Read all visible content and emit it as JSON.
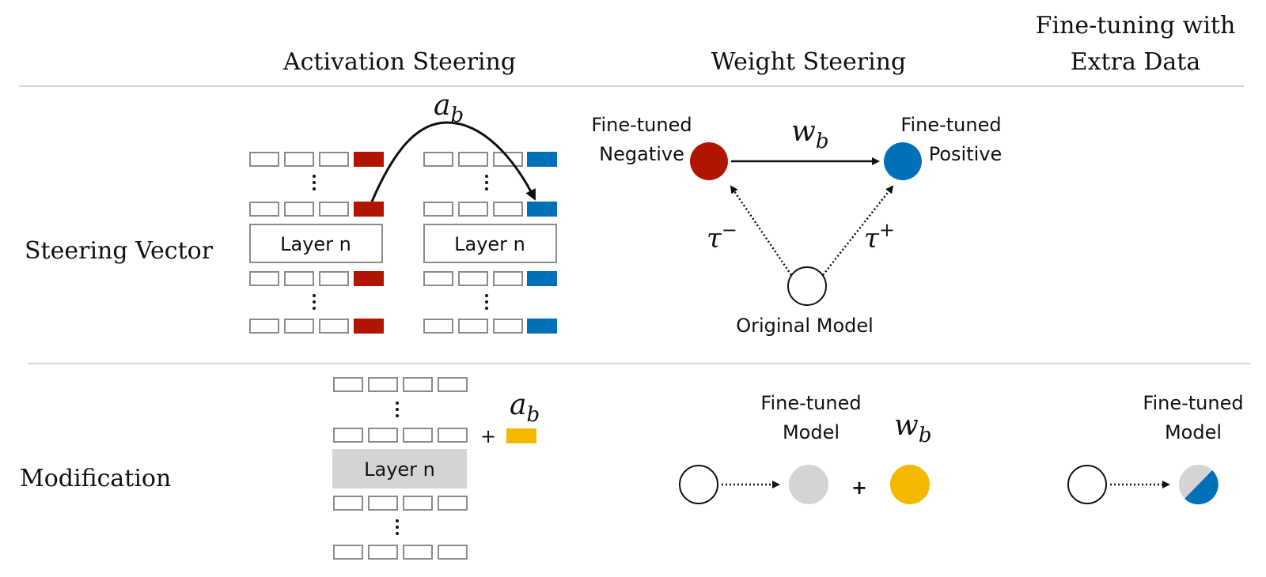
{
  "columns": [
    {
      "id": "activation",
      "label": "Activation Steering"
    },
    {
      "id": "weight",
      "label": "Weight Steering"
    },
    {
      "id": "finetune",
      "label_lines": [
        "Fine-tuning with",
        "Extra Data"
      ]
    }
  ],
  "rows": [
    {
      "id": "steering-vector",
      "label": "Steering Vector"
    },
    {
      "id": "modification",
      "label": "Modification"
    }
  ],
  "activation_steering": {
    "layer_label": "Layer n",
    "vector_symbol": "a",
    "vector_subscript": "b",
    "negative_color": "#b01500",
    "positive_color": "#0070b8",
    "plus": "+",
    "steer_color": "#f5b800"
  },
  "weight_steering": {
    "negative_label_lines": [
      "Fine-tuned",
      "Negative"
    ],
    "positive_label_lines": [
      "Fine-tuned",
      "Positive"
    ],
    "original_label": "Original Model",
    "weight_symbol": "w",
    "weight_subscript": "b",
    "tau_symbol": "τ",
    "tau_minus": "−",
    "tau_plus": "+",
    "finetuned_label_lines": [
      "Fine-tuned",
      "Model"
    ],
    "plus": "+",
    "finetuned_color": "#d4d4d4",
    "weight_color": "#f5b800",
    "negative_color": "#b01500",
    "positive_color": "#0070b8"
  },
  "finetune_extra": {
    "finetuned_label_lines": [
      "Fine-tuned",
      "Model"
    ],
    "mix_colors": [
      "#d4d4d4",
      "#0070b8"
    ]
  }
}
